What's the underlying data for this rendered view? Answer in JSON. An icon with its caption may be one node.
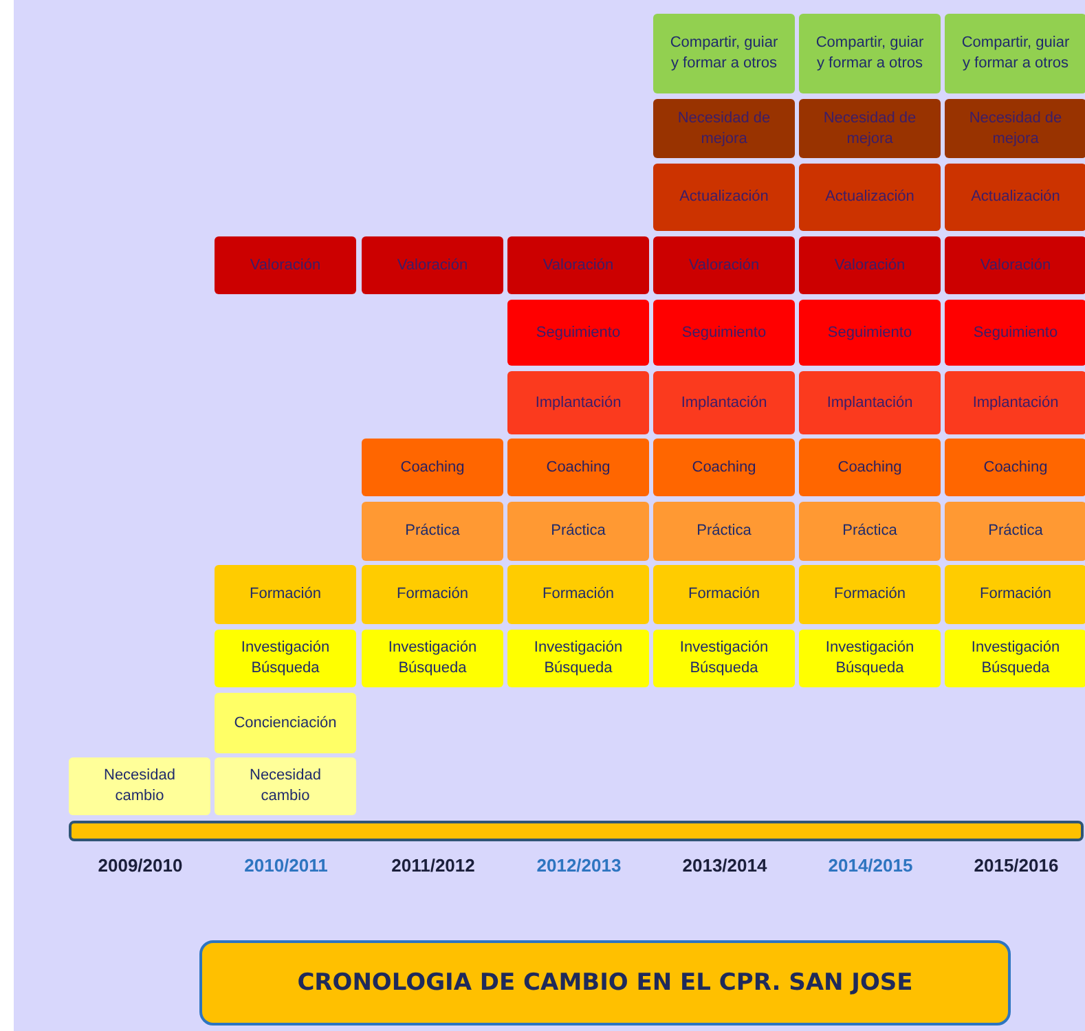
{
  "diagram": {
    "title": "CRONOLOGIA DE CAMBIO EN EL CPR. SAN JOSE",
    "nodes": [
      {
        "text": [
          "Compartir, guiar y formar a otros"
        ]
      },
      {
        "text": [
          "Compartir, guiar y formar a otros"
        ]
      },
      {
        "text": [
          "Compartir, guiar y formar a otros"
        ]
      },
      {
        "text": [
          "Necesidad de mejora"
        ]
      },
      {
        "text": [
          "Necesidad de mejora"
        ]
      },
      {
        "text": [
          "Necesidad de mejora"
        ]
      },
      {
        "text": [
          "Actualización"
        ]
      },
      {
        "text": [
          "Actualización"
        ]
      },
      {
        "text": [
          "Actualización"
        ]
      },
      {
        "text": [
          "Valoración"
        ]
      },
      {
        "text": [
          "Valoración"
        ]
      },
      {
        "text": [
          "Valoración"
        ]
      },
      {
        "text": [
          "Valoración"
        ]
      },
      {
        "text": [
          "Valoración"
        ]
      },
      {
        "text": [
          "Valoración"
        ]
      },
      {
        "text": [
          "Seguimiento"
        ]
      },
      {
        "text": [
          "Seguimiento"
        ]
      },
      {
        "text": [
          "Seguimiento"
        ]
      },
      {
        "text": [
          "Seguimiento"
        ]
      },
      {
        "text": [
          "Implantación"
        ]
      },
      {
        "text": [
          "Implantación"
        ]
      },
      {
        "text": [
          "Implantación"
        ]
      },
      {
        "text": [
          "Implantación"
        ]
      },
      {
        "text": [
          "Coaching"
        ]
      },
      {
        "text": [
          "Coaching"
        ]
      },
      {
        "text": [
          "Coaching"
        ]
      },
      {
        "text": [
          "Coaching"
        ]
      },
      {
        "text": [
          "Coaching"
        ]
      },
      {
        "text": [
          "Práctica"
        ]
      },
      {
        "text": [
          "Práctica"
        ]
      },
      {
        "text": [
          "Práctica"
        ]
      },
      {
        "text": [
          "Práctica"
        ]
      },
      {
        "text": [
          "Práctica"
        ]
      },
      {
        "text": [
          "Formación"
        ]
      },
      {
        "text": [
          "Formación"
        ]
      },
      {
        "text": [
          "Formación"
        ]
      },
      {
        "text": [
          "Formación"
        ]
      },
      {
        "text": [
          "Formación"
        ]
      },
      {
        "text": [
          "Formación"
        ]
      },
      {
        "text": [
          "Investigación Búsqueda"
        ]
      },
      {
        "text": [
          "Investigación Búsqueda"
        ]
      },
      {
        "text": [
          "Investigación Búsqueda"
        ]
      },
      {
        "text": [
          "Investigación Búsqueda"
        ]
      },
      {
        "text": [
          "Investigación Búsqueda"
        ]
      },
      {
        "text": [
          "Investigación Búsqueda"
        ]
      },
      {
        "text": [
          "Concienciación"
        ]
      },
      {
        "text": [
          "Necesidad cambio"
        ]
      },
      {
        "text": [
          "Necesidad cambio"
        ]
      },
      {
        "text": [],
        "shape": "bar"
      }
    ],
    "labels": [
      "2009/2010",
      "2010/2011",
      "2011/2012",
      "2012/2013",
      "2013/2014",
      "2014/2015",
      "2015/2016"
    ]
  }
}
